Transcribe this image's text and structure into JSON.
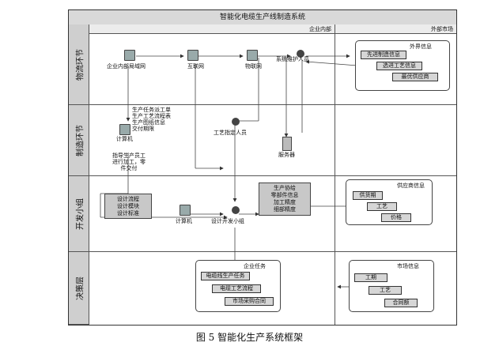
{
  "title": "智能化电缆生产线制造系统",
  "sections": {
    "internal": "企业内部",
    "external": "外部市场"
  },
  "lanes": [
    {
      "id": "logistics",
      "label": "物流环节"
    },
    {
      "id": "manufacturing",
      "label": "制造环节"
    },
    {
      "id": "development",
      "label": "开发小组"
    },
    {
      "id": "decision",
      "label": "决策层"
    }
  ],
  "logistics_nodes": {
    "enterprise_lan": "企业内部局域网",
    "internet": "互联网",
    "iot": "物联网",
    "sys_maintainer": "系统维护人员"
  },
  "external_info": {
    "title": "外界信息",
    "items": [
      "先进制造信息",
      "选进工艺信息",
      "最优供应商"
    ]
  },
  "manufacturing_nodes": {
    "task_list": [
      "生产任务派工单",
      "生产工艺流程表",
      "生产图纸信息",
      "交付期限"
    ],
    "computer": "计算机",
    "process_staff": "工艺指定人员",
    "server": "服务器",
    "guidance": [
      "指导生产员工",
      "进行加工，零",
      "件交付"
    ]
  },
  "development_nodes": {
    "design_box": [
      "设计流程",
      "设计模块",
      "设计标准"
    ],
    "computer": "计算机",
    "dev_group": "设计开发小组",
    "production_box": [
      "生产协给",
      "零部件信息",
      "加工精度",
      "细部精度"
    ]
  },
  "supplier_info": {
    "title": "供应商信息",
    "items": [
      "供货期",
      "工艺",
      "价格"
    ]
  },
  "enterprise_tasks": {
    "title": "企业任务",
    "items": [
      "电缆线生产任务",
      "电缆工艺流程",
      "市场采购合同"
    ]
  },
  "market_info": {
    "title": "市场信息",
    "items": [
      "工期",
      "工艺",
      "合同额"
    ]
  },
  "caption": "图 5  智能化生产系统框架"
}
